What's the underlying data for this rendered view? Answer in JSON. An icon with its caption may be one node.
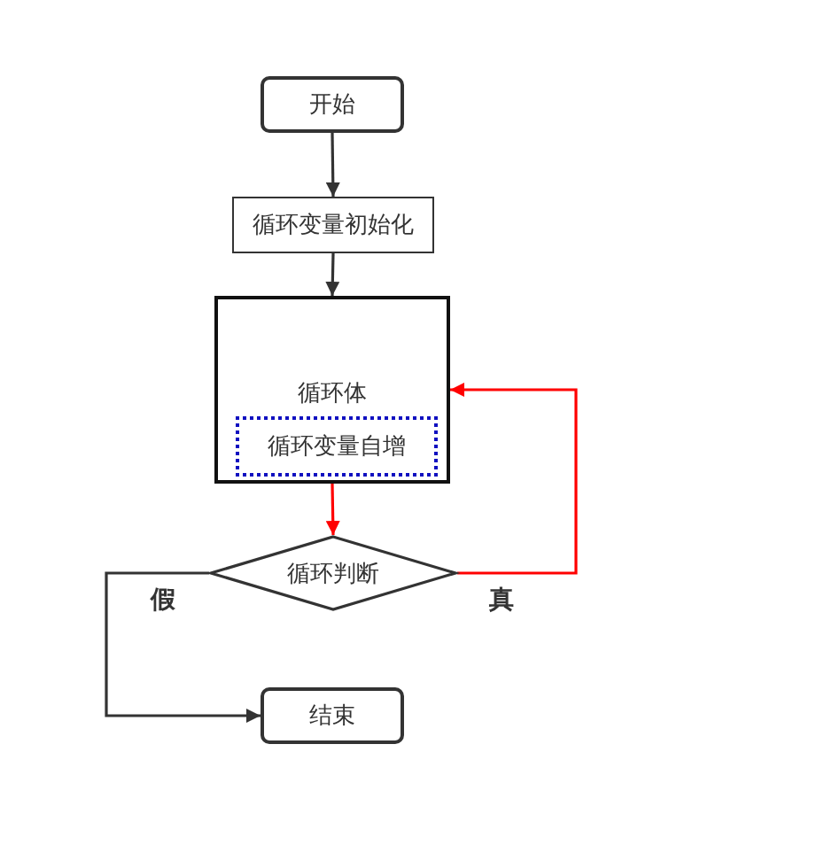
{
  "diagram": {
    "nodes": [
      {
        "text": [
          "开始"
        ]
      },
      {
        "text": [
          "循环变量初始化"
        ]
      },
      {
        "text": [
          "循环体"
        ]
      },
      {
        "text": [
          "循环变量自增"
        ],
        "in": 2
      },
      {
        "text": [
          "循环判断"
        ]
      },
      {
        "text": [
          "结束"
        ]
      }
    ],
    "edges": [
      {
        "from": 0,
        "to": 1,
        "arrow": "to"
      },
      {
        "from": 1,
        "to": 2,
        "arrow": "to"
      },
      {
        "from": 2,
        "to": 4,
        "arrow": "to",
        "color": "#ff0000"
      },
      {
        "from": 4,
        "to": 2,
        "arrow": "to",
        "label": "真",
        "color": "#ff0000"
      },
      {
        "from": 4,
        "to": 5,
        "arrow": "to",
        "label": "假"
      }
    ]
  }
}
